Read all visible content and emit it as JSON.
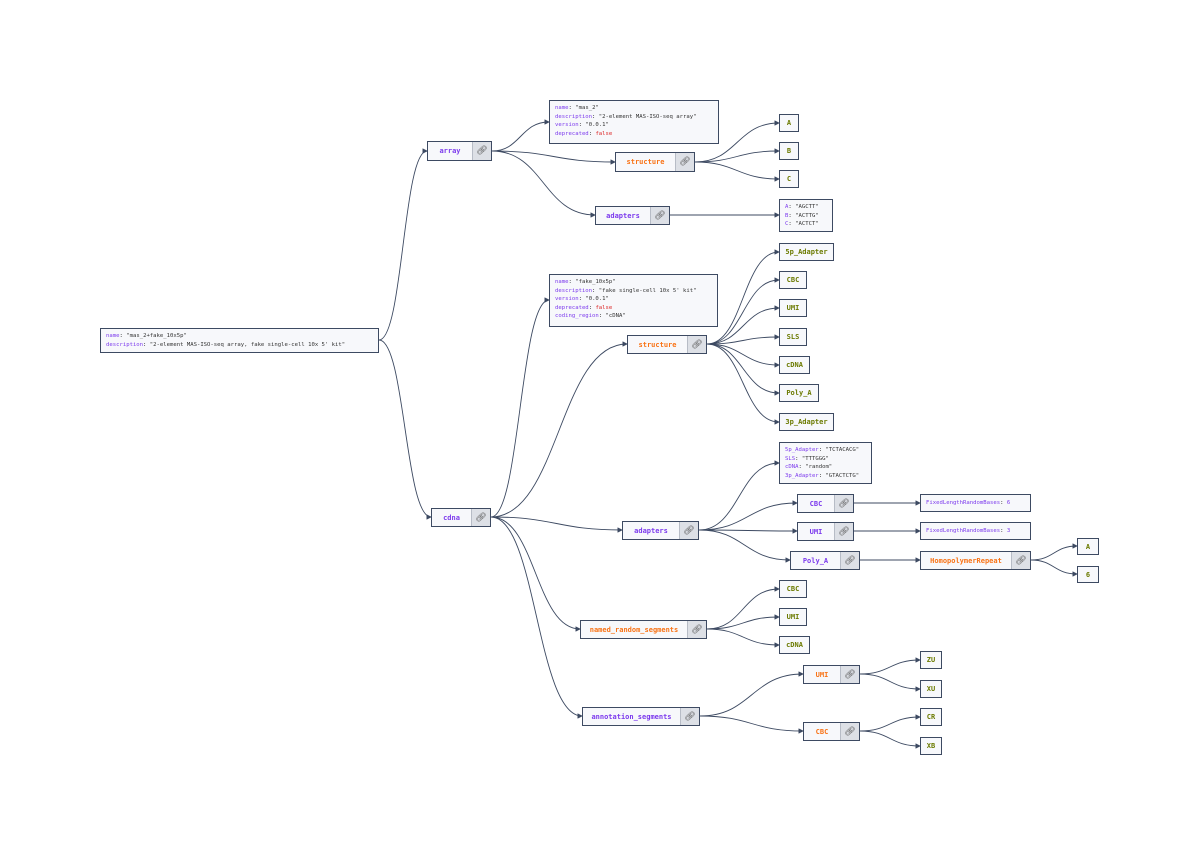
{
  "root": {
    "lines": [
      {
        "key": "name",
        "value": "\"mas_2+fake_10x5p\""
      },
      {
        "key": "description",
        "value": "\"2-element MAS-ISO-seq array, fake single-cell 10x 5' kit\""
      }
    ]
  },
  "array": {
    "label": "array",
    "meta": [
      {
        "key": "name",
        "value": "\"mas_2\"",
        "kind": "str"
      },
      {
        "key": "description",
        "value": "\"2-element MAS-ISO-seq array\"",
        "kind": "str"
      },
      {
        "key": "version",
        "value": "\"0.0.1\"",
        "kind": "str"
      },
      {
        "key": "deprecated",
        "value": "false",
        "kind": "bool"
      }
    ],
    "structure": {
      "label": "structure",
      "items": [
        "A",
        "B",
        "C"
      ]
    },
    "adapters": {
      "label": "adapters",
      "values": [
        {
          "key": "A",
          "value": "\"AGCTT\""
        },
        {
          "key": "B",
          "value": "\"ACTTG\""
        },
        {
          "key": "C",
          "value": "\"ACTCT\""
        }
      ]
    }
  },
  "cdna": {
    "label": "cdna",
    "meta": [
      {
        "key": "name",
        "value": "\"fake_10x5p\"",
        "kind": "str"
      },
      {
        "key": "description",
        "value": "\"fake single-cell 10x 5' kit\"",
        "kind": "str"
      },
      {
        "key": "version",
        "value": "\"0.0.1\"",
        "kind": "str"
      },
      {
        "key": "deprecated",
        "value": "false",
        "kind": "bool"
      },
      {
        "key": "coding_region",
        "value": "\"cDNA\"",
        "kind": "str"
      }
    ],
    "structure": {
      "label": "structure",
      "items": [
        "5p_Adapter",
        "CBC",
        "UMI",
        "SLS",
        "cDNA",
        "Poly_A",
        "3p_Adapter"
      ]
    },
    "adapters": {
      "label": "adapters",
      "values": [
        {
          "key": "5p_Adapter",
          "value": "\"TCTACACG\""
        },
        {
          "key": "SLS",
          "value": "\"TTTGGG\""
        },
        {
          "key": "cDNA",
          "value": "\"random\""
        },
        {
          "key": "3p_Adapter",
          "value": "\"GTACTCTG\""
        }
      ],
      "cbc": {
        "label": "CBC",
        "detail_key": "FixedLengthRandomBases",
        "detail_value": "6"
      },
      "umi": {
        "label": "UMI",
        "detail_key": "FixedLengthRandomBases",
        "detail_value": "3"
      },
      "poly_a": {
        "label": "Poly_A",
        "child": {
          "label": "HomopolymerRepeat",
          "items": [
            "A",
            "6"
          ]
        }
      }
    },
    "named_random_segments": {
      "label": "named_random_segments",
      "items": [
        "CBC",
        "UMI",
        "cDNA"
      ]
    },
    "annotation_segments": {
      "label": "annotation_segments",
      "umi": {
        "label": "UMI",
        "items": [
          "ZU",
          "XU"
        ]
      },
      "cbc": {
        "label": "CBC",
        "items": [
          "CR",
          "XB"
        ]
      }
    }
  },
  "icons": {
    "link": "link-icon"
  },
  "colors": {
    "object_key": "#7c3aed",
    "array_key": "#f97316",
    "leaf": "#6b7a00",
    "edge": "#3d4a62",
    "bool": "#dc2626"
  }
}
